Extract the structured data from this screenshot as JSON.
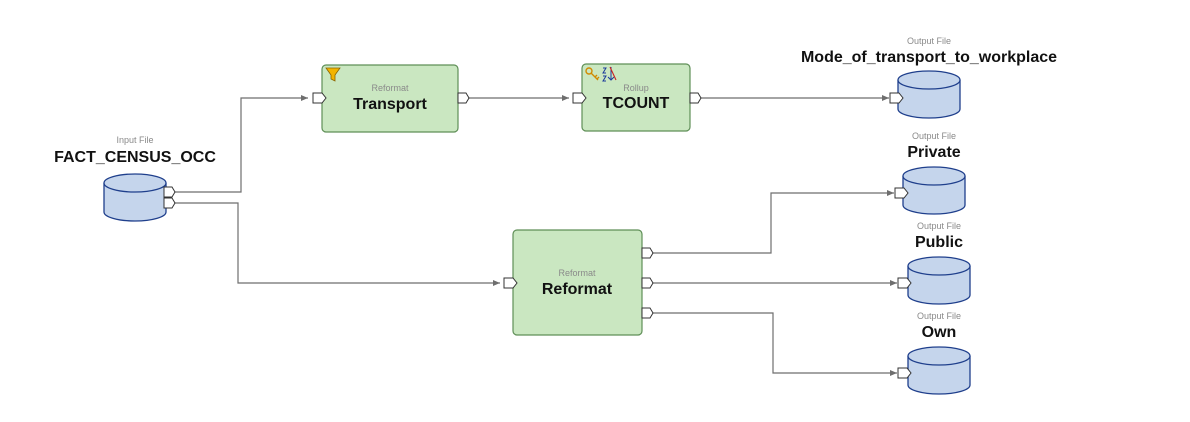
{
  "colors": {
    "component_fill": "#cae7c1",
    "component_border": "#5f8f57",
    "file_fill": "#c5d5ec",
    "file_border": "#1f3f8c",
    "edge": "#6e6e6e"
  },
  "nodes": {
    "input_file": {
      "kind": "Input File",
      "name": "FACT_CENSUS_OCC"
    },
    "reformat_transport": {
      "kind": "Reformat",
      "name": "Transport",
      "icon": "filter-funnel-icon"
    },
    "rollup_tcount": {
      "kind": "Rollup",
      "name": "TCOUNT",
      "icon": "key-sort-az-icon"
    },
    "reformat_main": {
      "kind": "Reformat",
      "name": "Reformat"
    },
    "output_mode": {
      "kind": "Output File",
      "name": "Mode_of_transport_to_workplace"
    },
    "output_private": {
      "kind": "Output File",
      "name": "Private"
    },
    "output_public": {
      "kind": "Output File",
      "name": "Public"
    },
    "output_own": {
      "kind": "Output File",
      "name": "Own"
    }
  }
}
